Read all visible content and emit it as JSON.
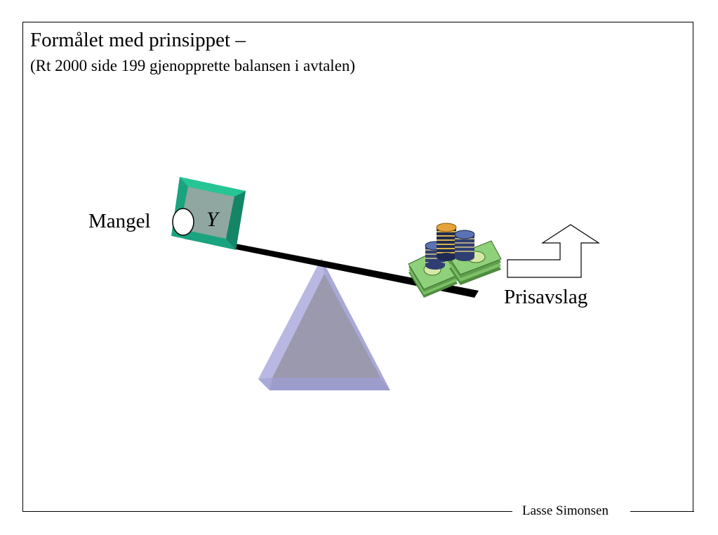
{
  "slide": {
    "title": "Formålet med prinsippet –",
    "subtitle": "(Rt 2000 side 199 gjenopprette balansen i avtalen)"
  },
  "diagram": {
    "left_label": "Mangel",
    "right_label": "Prisavslag",
    "block_letter": "Y",
    "colors": {
      "block_teal": "#1aa37f",
      "block_inner": "#8fa6a0",
      "fulcrum": "#a6a6d4",
      "fulcrum_inner": "#9a98ae",
      "beam": "#000000",
      "bill_green": "#7cc067",
      "coin_blue": "#3b4f86",
      "coin_gold": "#d9b24a"
    }
  },
  "footer": {
    "author": "Lasse Simonsen"
  }
}
